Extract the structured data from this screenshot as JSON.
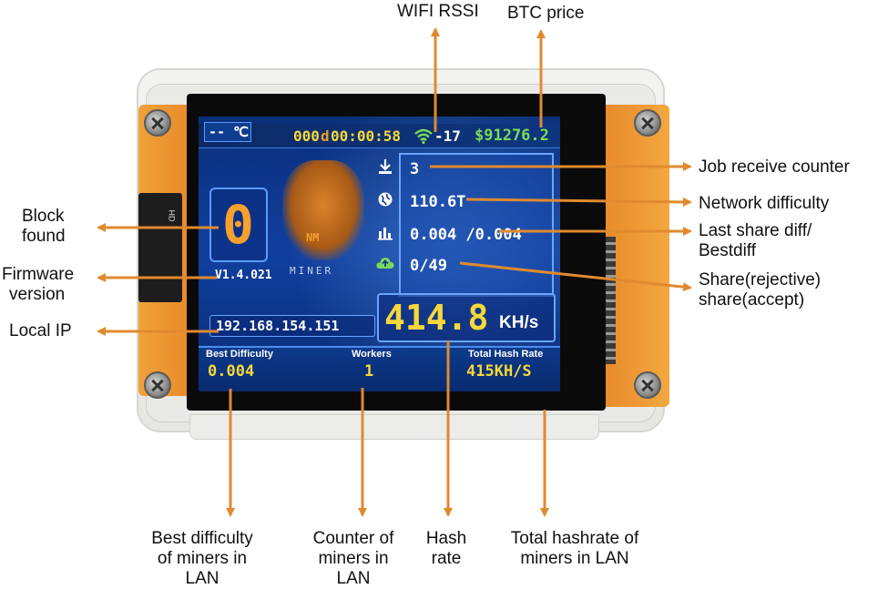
{
  "labels": {
    "wifi_rssi": "WIFI RSSI",
    "btc_price": "BTC price",
    "job_receive_counter": "Job receive counter",
    "network_difficulty": "Network difficulty",
    "last_share_diff_line1": "Last share diff/",
    "last_share_diff_line2": "Bestdiff",
    "share_line1": "Share(rejective)",
    "share_line2": "share(accept)",
    "block_found_line1": "Block",
    "block_found_line2": "found",
    "firmware_line1": "Firmware",
    "firmware_line2": "version",
    "local_ip": "Local IP",
    "best_difficulty_line1": "Best difficulty",
    "best_difficulty_line2": "of miners in",
    "best_difficulty_line3": "LAN",
    "counter_line1": "Counter of",
    "counter_line2": "miners in",
    "counter_line3": "LAN",
    "hash_line1": "Hash",
    "hash_line2": "rate",
    "total_line1": "Total hashrate of",
    "total_line2": "miners in LAN"
  },
  "screen": {
    "temperature": "-- ℃",
    "uptime_days": "000",
    "uptime_d": "d",
    "uptime_time": "00:00:58",
    "wifi_rssi_value": "-17",
    "btc_price_value": "$91276.2",
    "job_counter": "3",
    "network_difficulty": "110.6T",
    "share_diff": "0.004 /0.004",
    "shares": "0/49",
    "block_found": "0",
    "firmware": "V1.4.021",
    "logo_text": "NM",
    "logo_sub": "MINER",
    "local_ip": "192.168.154.151",
    "hashrate_value": "414.8",
    "hashrate_unit": "KH/s",
    "best_difficulty_title": "Best Difficulty",
    "best_difficulty_value": "0.004",
    "workers_title": "Workers",
    "workers_value": "1",
    "total_hash_title": "Total Hash Rate",
    "total_hash_value": "415KH/S"
  },
  "colors": {
    "arrow": "#e08a2e",
    "yellow": "#f7d83a",
    "green": "#7cd957",
    "screen_blue": "#0e3a8e"
  },
  "icons": [
    "download-icon",
    "globe-icon",
    "chart-icon",
    "cloud-upload-icon",
    "wifi-icon"
  ]
}
